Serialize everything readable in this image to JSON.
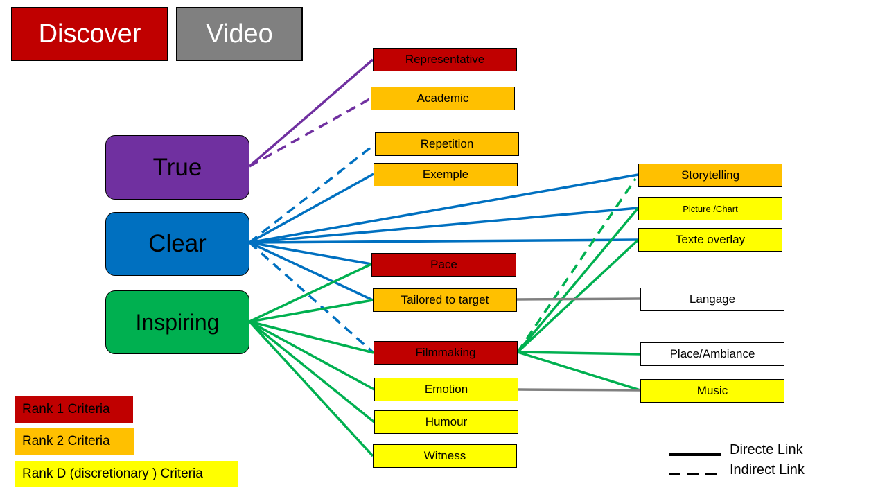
{
  "tags": {
    "discover": "Discover",
    "video": "Video"
  },
  "colors": {
    "rank1": "#C00000",
    "rank2": "#FFC000",
    "rankD": "#FFFF00",
    "true": "#7030A0",
    "clear": "#0070C0",
    "inspiring": "#00B050",
    "neutral": "#808080",
    "white": "#FFFFFF"
  },
  "goals": {
    "true": "True",
    "clear": "Clear",
    "inspiring": "Inspiring"
  },
  "criteria": {
    "representative": "Representative",
    "academic": "Academic",
    "repetition": "Repetition",
    "exemple": "Exemple",
    "pace": "Pace",
    "tailored": "Tailored to target",
    "filmmaking": "Filmmaking",
    "emotion": "Emotion",
    "humour": "Humour",
    "witness": "Witness",
    "storytelling": "Storytelling",
    "picture_chart": "Picture /Chart",
    "texte_overlay": "Texte overlay",
    "langage": "Langage",
    "place_ambiance": "Place/Ambiance",
    "music": "Music"
  },
  "legend": {
    "rank1": "Rank 1  Criteria",
    "rank2": "Rank 2  Criteria",
    "rankD": "Rank D (discretionary ) Criteria",
    "direct": "Directe Link",
    "indirect": "Indirect Link"
  },
  "links": [
    {
      "from": "true",
      "to": "representative",
      "color": "true",
      "style": "direct"
    },
    {
      "from": "true",
      "to": "academic",
      "color": "true",
      "style": "indirect"
    },
    {
      "from": "clear",
      "to": "repetition",
      "color": "clear",
      "style": "indirect"
    },
    {
      "from": "clear",
      "to": "exemple",
      "color": "clear",
      "style": "direct"
    },
    {
      "from": "clear",
      "to": "storytelling",
      "color": "clear",
      "style": "direct"
    },
    {
      "from": "clear",
      "to": "picture_chart",
      "color": "clear",
      "style": "direct"
    },
    {
      "from": "clear",
      "to": "texte_overlay",
      "color": "clear",
      "style": "direct"
    },
    {
      "from": "clear",
      "to": "pace",
      "color": "clear",
      "style": "direct"
    },
    {
      "from": "clear",
      "to": "tailored",
      "color": "clear",
      "style": "direct"
    },
    {
      "from": "clear",
      "to": "filmmaking",
      "color": "clear",
      "style": "indirect"
    },
    {
      "from": "inspiring",
      "to": "pace",
      "color": "inspiring",
      "style": "direct"
    },
    {
      "from": "inspiring",
      "to": "tailored",
      "color": "inspiring",
      "style": "direct"
    },
    {
      "from": "inspiring",
      "to": "filmmaking",
      "color": "inspiring",
      "style": "direct"
    },
    {
      "from": "inspiring",
      "to": "emotion",
      "color": "inspiring",
      "style": "direct"
    },
    {
      "from": "inspiring",
      "to": "humour",
      "color": "inspiring",
      "style": "direct"
    },
    {
      "from": "inspiring",
      "to": "witness",
      "color": "inspiring",
      "style": "direct"
    },
    {
      "from": "filmmaking",
      "to": "storytelling",
      "color": "inspiring",
      "style": "indirect"
    },
    {
      "from": "filmmaking",
      "to": "picture_chart",
      "color": "inspiring",
      "style": "direct"
    },
    {
      "from": "filmmaking",
      "to": "texte_overlay",
      "color": "inspiring",
      "style": "direct"
    },
    {
      "from": "filmmaking",
      "to": "place_ambiance",
      "color": "inspiring",
      "style": "direct"
    },
    {
      "from": "filmmaking",
      "to": "music",
      "color": "inspiring",
      "style": "direct"
    },
    {
      "from": "tailored",
      "to": "langage",
      "color": "neutral",
      "style": "direct"
    },
    {
      "from": "emotion",
      "to": "music",
      "color": "neutral",
      "style": "direct"
    }
  ]
}
